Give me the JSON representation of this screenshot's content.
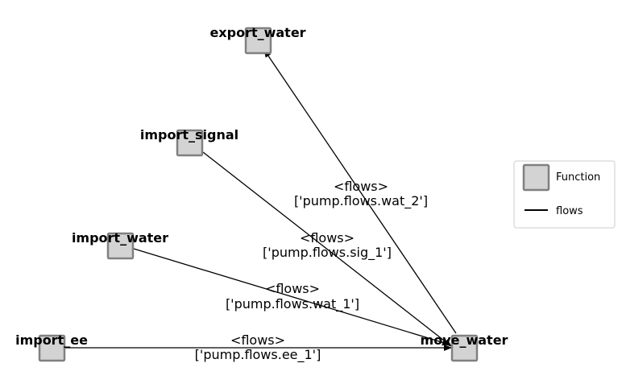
{
  "nodes": [
    {
      "id": "export_water",
      "label": "export_water"
    },
    {
      "id": "import_signal",
      "label": "import_signal"
    },
    {
      "id": "import_water",
      "label": "import_water"
    },
    {
      "id": "import_ee",
      "label": "import_ee"
    },
    {
      "id": "move_water",
      "label": "move_water"
    }
  ],
  "edges": [
    {
      "source": "move_water",
      "target": "export_water",
      "type": "<flows>",
      "flows": "['pump.flows.wat_2']"
    },
    {
      "source": "import_signal",
      "target": "move_water",
      "type": "<flows>",
      "flows": "['pump.flows.sig_1']"
    },
    {
      "source": "import_water",
      "target": "move_water",
      "type": "<flows>",
      "flows": "['pump.flows.wat_1']"
    },
    {
      "source": "import_ee",
      "target": "move_water",
      "type": "<flows>",
      "flows": "['pump.flows.ee_1']"
    }
  ],
  "legend": {
    "node_label": "Function",
    "edge_label": "flows"
  },
  "colors": {
    "node_fill": "#d3d3d3",
    "node_stroke": "#808080",
    "edge": "#000000"
  }
}
